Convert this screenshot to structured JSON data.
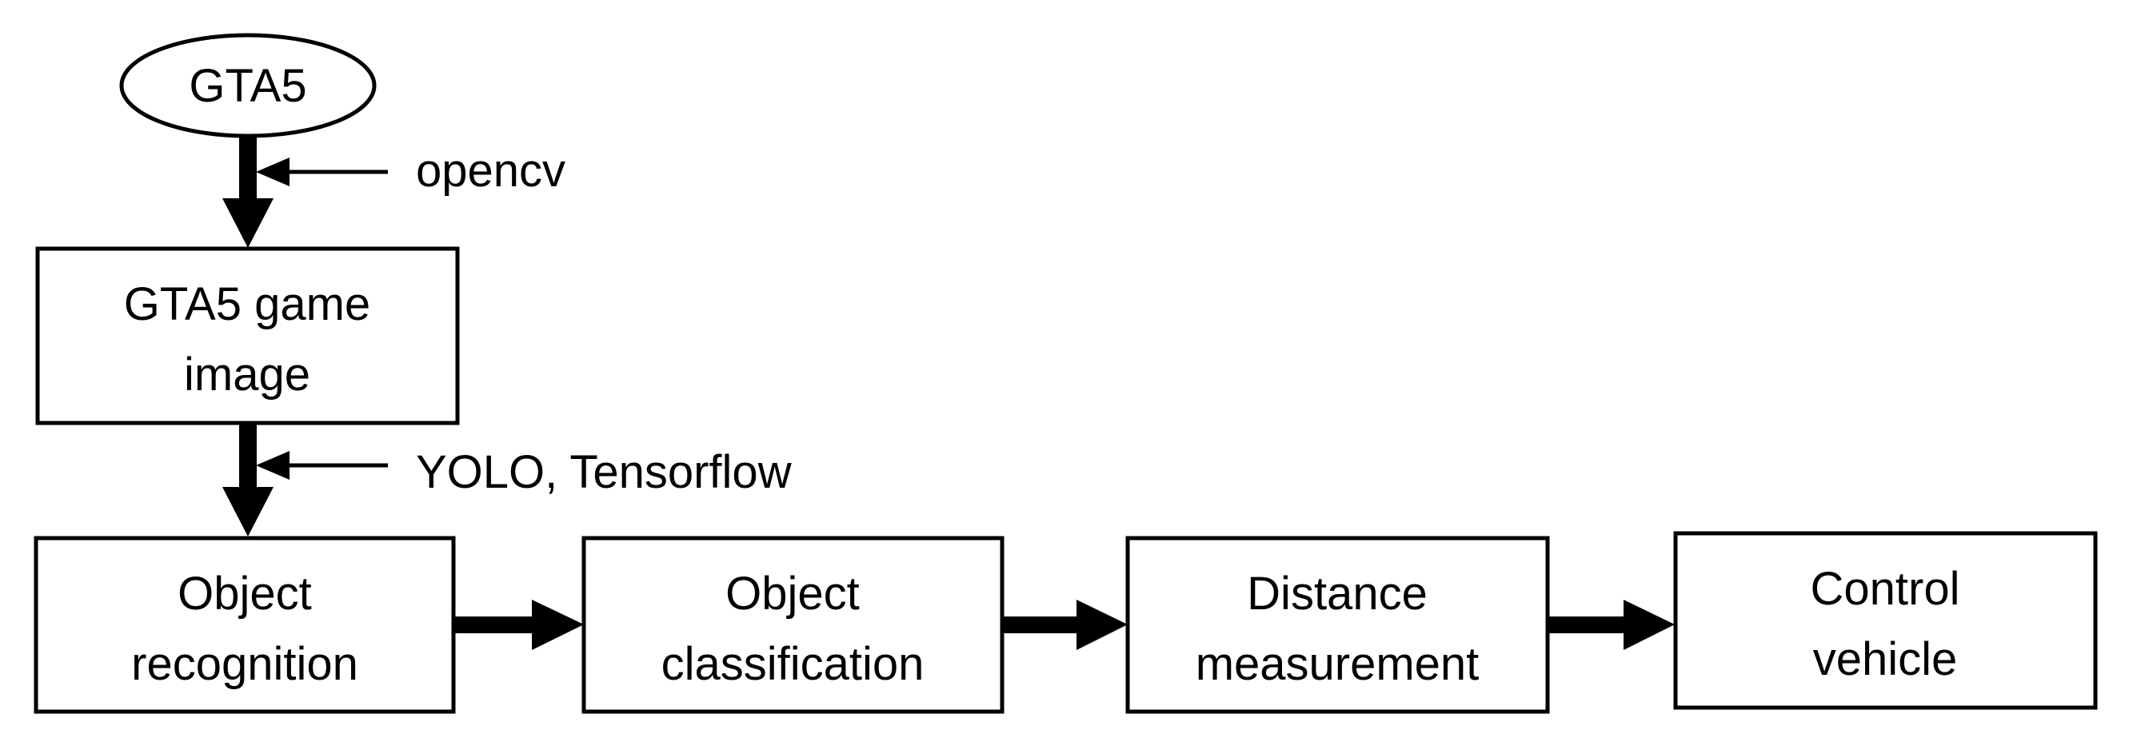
{
  "source": {
    "label": "GTA5"
  },
  "annotations": {
    "capture_tool": "opencv",
    "detection_tools": "YOLO, Tensorflow"
  },
  "nodes": {
    "game_image": {
      "line1": "GTA5 game",
      "line2": "image"
    },
    "object_recognition": {
      "line1": "Object",
      "line2": "recognition"
    },
    "object_classification": {
      "line1": "Object",
      "line2": "classification"
    },
    "distance_measurement": {
      "line1": "Distance",
      "line2": "measurement"
    },
    "control_vehicle": {
      "line1": "Control",
      "line2": "vehicle"
    }
  },
  "colors": {
    "stroke": "#000000",
    "background": "#ffffff"
  }
}
